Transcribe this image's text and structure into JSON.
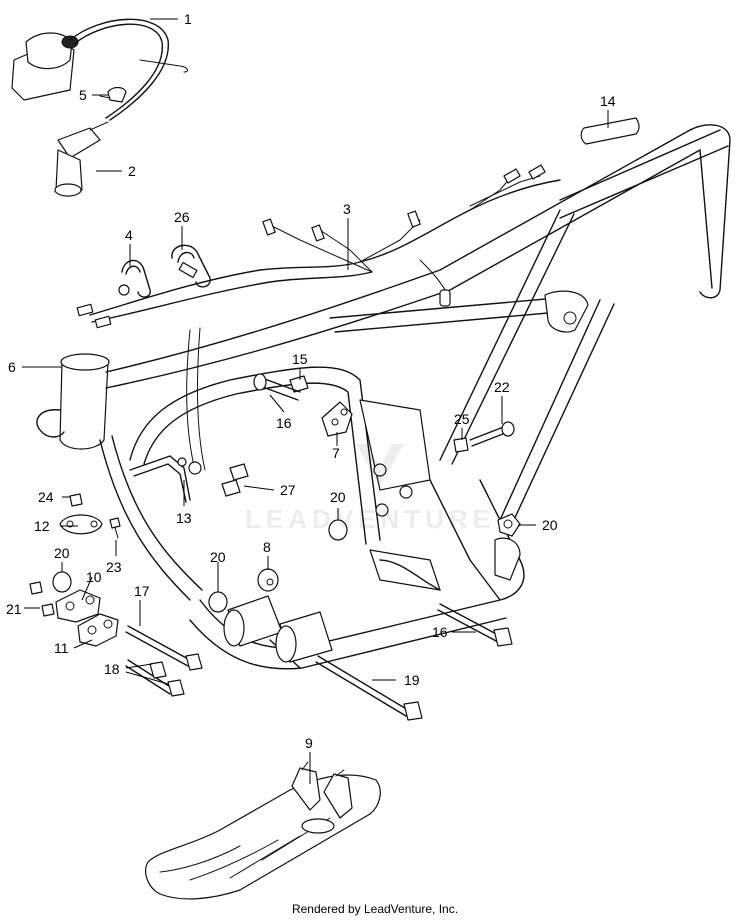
{
  "diagram": {
    "callouts": [
      "1",
      "2",
      "3",
      "4",
      "5",
      "6",
      "7",
      "8",
      "9",
      "10",
      "11",
      "12",
      "13",
      "14",
      "15",
      "16",
      "16",
      "17",
      "18",
      "19",
      "20",
      "20",
      "20",
      "20",
      "21",
      "22",
      "23",
      "24",
      "25",
      "26",
      "27"
    ]
  },
  "watermark": {
    "text": "LEADVENTURE"
  },
  "footer": {
    "text": "Rendered by LeadVenture, Inc."
  }
}
